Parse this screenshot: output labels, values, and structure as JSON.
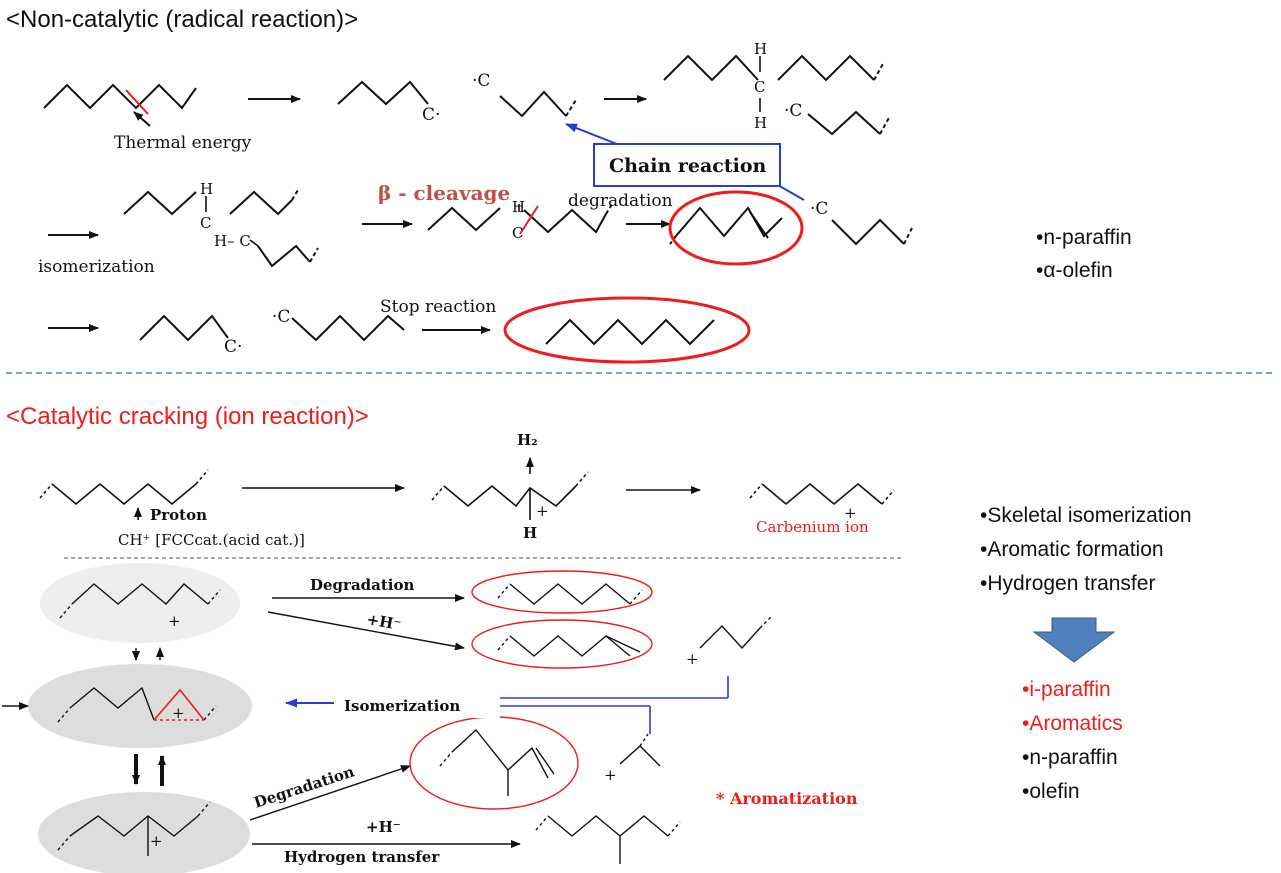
{
  "colors": {
    "black": "#111111",
    "red": "#ee1c1c",
    "darkred": "#c0504d",
    "blue": "#2a3bd8",
    "dashblue": "#4f86c6",
    "ellipse": "#dddddd",
    "ellipse_light": "#eeeeee"
  },
  "top": {
    "title": "<Non-catalytic (radical reaction)>",
    "thermal_energy": "Thermal energy",
    "dot_c": "·C",
    "c_dot": "C·",
    "H": "H",
    "C": "C",
    "H_C": "H– C",
    "chain_reaction": "Chain reaction",
    "isomerization": "isomerization",
    "beta_cleavage": "β - cleavage",
    "degradation": "degradation",
    "stop_reaction": "Stop reaction",
    "products": [
      "•n-paraffin",
      "•α-olefin"
    ]
  },
  "bottom": {
    "title": "<Catalytic cracking (ion reaction)>",
    "proton": "Proton",
    "ch_plus": "CH⁺ [FCCcat.(acid cat.)]",
    "h2": "H₂",
    "H": "H",
    "plus": "+",
    "carbenium": "Carbenium ion",
    "degradation": "Degradation",
    "plus_h": "+H⁻",
    "isomerization": "Isomerization",
    "aromatization": "* Aromatization",
    "hydrogen_transfer": "Hydrogen transfer",
    "mechanisms": [
      "•Skeletal isomerization",
      "•Aromatic formation",
      "•Hydrogen transfer"
    ],
    "products": [
      {
        "label": "•i-paraffin",
        "color": "#ee1c1c"
      },
      {
        "label": "•Aromatics",
        "color": "#ee1c1c"
      },
      {
        "label": "•n-paraffin",
        "color": "#111111"
      },
      {
        "label": "•olefin",
        "color": "#111111"
      }
    ]
  },
  "icons": {
    "result_arrow": "down-arrow-icon"
  }
}
